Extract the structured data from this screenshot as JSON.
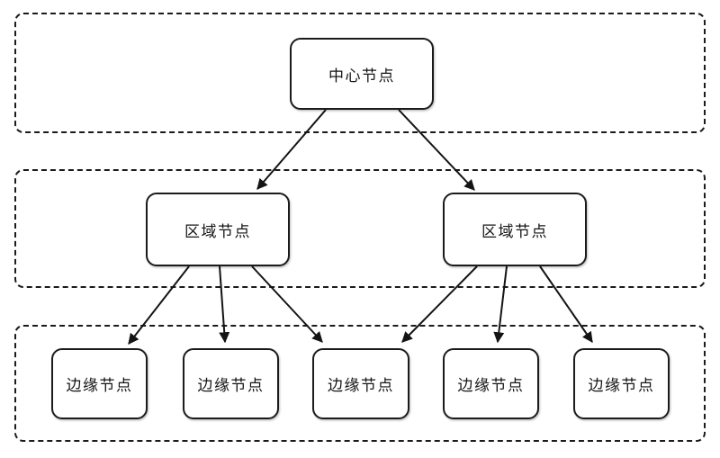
{
  "diagram": {
    "type": "hierarchical-topology",
    "colors": {
      "background": "#ffffff",
      "stroke": "#1b1b1b",
      "text": "#141414"
    },
    "layers": [
      {
        "name": "top-layer",
        "nodes": [
          {
            "id": "center",
            "label": "中心节点"
          }
        ]
      },
      {
        "name": "middle-layer",
        "nodes": [
          {
            "id": "region-left",
            "label": "区域节点"
          },
          {
            "id": "region-right",
            "label": "区域节点"
          }
        ]
      },
      {
        "name": "bottom-layer",
        "nodes": [
          {
            "id": "edge-1",
            "label": "边缘节点"
          },
          {
            "id": "edge-2",
            "label": "边缘节点"
          },
          {
            "id": "edge-3",
            "label": "边缘节点"
          },
          {
            "id": "edge-4",
            "label": "边缘节点"
          },
          {
            "id": "edge-5",
            "label": "边缘节点"
          }
        ]
      }
    ],
    "edges": [
      {
        "from": "center",
        "to": "region-left"
      },
      {
        "from": "center",
        "to": "region-right"
      },
      {
        "from": "region-left",
        "to": "edge-1"
      },
      {
        "from": "region-left",
        "to": "edge-2"
      },
      {
        "from": "region-left",
        "to": "edge-3"
      },
      {
        "from": "region-right",
        "to": "edge-3"
      },
      {
        "from": "region-right",
        "to": "edge-4"
      },
      {
        "from": "region-right",
        "to": "edge-5"
      }
    ]
  }
}
